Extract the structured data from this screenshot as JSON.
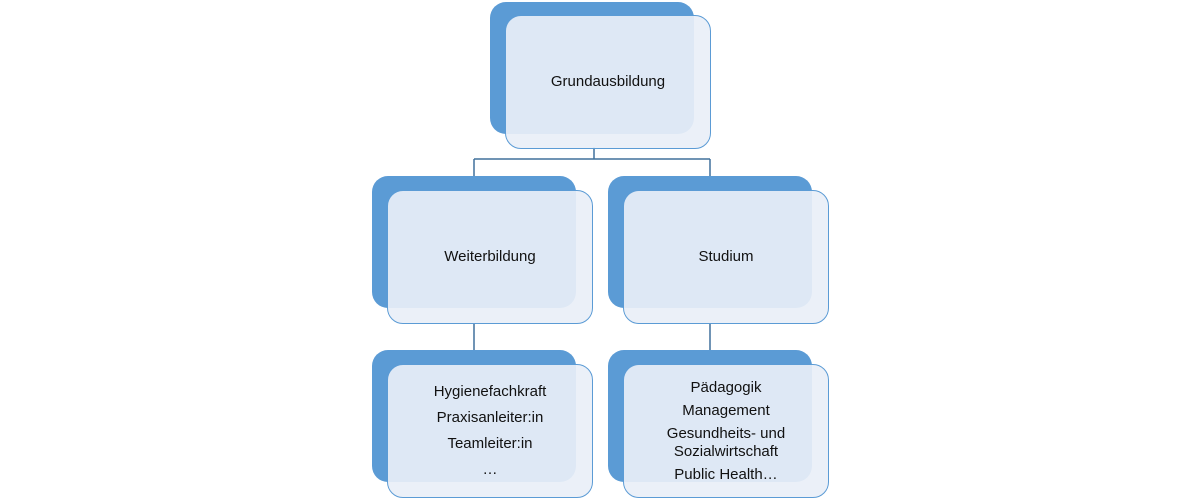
{
  "diagram": {
    "root": {
      "label": "Grundausbildung"
    },
    "middle": [
      {
        "label": "Weiterbildung"
      },
      {
        "label": "Studium"
      }
    ],
    "bottom": [
      {
        "lines": [
          "Hygienefachkraft",
          "Praxisanleiter:in",
          "Teamleiter:in",
          "…"
        ]
      },
      {
        "lines": [
          "Pädagogik",
          "Management",
          "Gesundheits- und Sozialwirtschaft",
          "Public Health…"
        ]
      }
    ],
    "colors": {
      "shadow": "#5b9bd5",
      "box_fill": "#e9eff7",
      "box_border": "#5b9bd5",
      "connector": "#41719c"
    }
  }
}
